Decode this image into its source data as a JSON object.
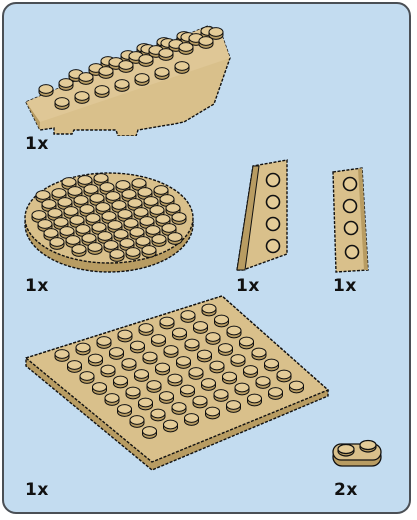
{
  "colors": {
    "background": "#c3dcf0",
    "border": "#4a4f55",
    "tan": "#d9c08b",
    "tan_dark": "#b89c62",
    "stud_top": "#e4cc98",
    "outline": "#111111"
  },
  "parts": [
    {
      "name": "half-round-plate",
      "qty": "1x"
    },
    {
      "name": "round-plate",
      "qty": "1x"
    },
    {
      "name": "wedge-plate-left",
      "qty": "1x"
    },
    {
      "name": "wedge-plate-right",
      "qty": "1x"
    },
    {
      "name": "square-plate",
      "qty": "1x"
    },
    {
      "name": "small-plate-1x2",
      "qty": "2x"
    }
  ]
}
